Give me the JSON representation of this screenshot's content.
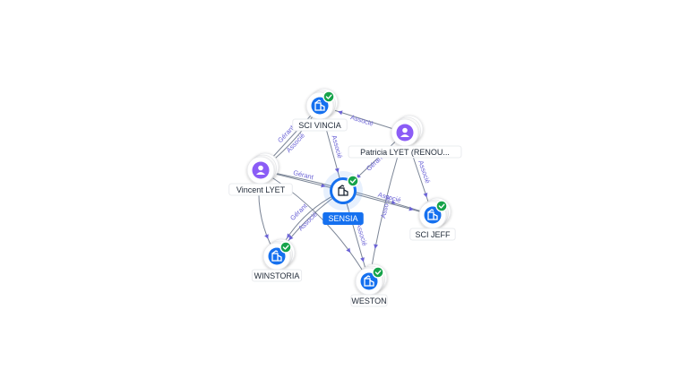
{
  "graph": {
    "nodes": [
      {
        "id": "sci_vincia",
        "label": "SCI VINCIA",
        "type": "company",
        "verified": true
      },
      {
        "id": "patricia",
        "label": "Patricia LYET (RENOU...",
        "type": "person",
        "verified": false
      },
      {
        "id": "vincent",
        "label": "Vincent LYET",
        "type": "person",
        "verified": false
      },
      {
        "id": "sensia",
        "label": "SENSIA",
        "type": "company",
        "verified": true,
        "selected": true
      },
      {
        "id": "sci_jeff",
        "label": "SCI JEFF",
        "type": "company",
        "verified": true
      },
      {
        "id": "winstoria",
        "label": "WINSTORIA",
        "type": "company",
        "verified": true
      },
      {
        "id": "weston",
        "label": "WESTON",
        "type": "company",
        "verified": true
      }
    ],
    "edges": [
      {
        "from": "patricia",
        "to": "sci_vincia",
        "label": "Associé"
      },
      {
        "from": "vincent",
        "to": "sci_vincia",
        "label": "Gérant"
      },
      {
        "from": "vincent",
        "to": "sci_vincia",
        "label": "Associé"
      },
      {
        "from": "sci_vincia",
        "to": "sensia",
        "label": "Associé"
      },
      {
        "from": "vincent",
        "to": "sensia",
        "label": "Gérant"
      },
      {
        "from": "vincent",
        "to": "sci_jeff",
        "label": ""
      },
      {
        "from": "vincent",
        "to": "winstoria",
        "label": ""
      },
      {
        "from": "vincent",
        "to": "weston",
        "label": ""
      },
      {
        "from": "patricia",
        "to": "sensia",
        "label": "Gérant"
      },
      {
        "from": "patricia",
        "to": "sci_jeff",
        "label": "Associé"
      },
      {
        "from": "patricia",
        "to": "weston",
        "label": "Associé"
      },
      {
        "from": "sensia",
        "to": "sci_jeff",
        "label": "Associé"
      },
      {
        "from": "sensia",
        "to": "winstoria",
        "label": "Associé"
      },
      {
        "from": "sensia",
        "to": "winstoria",
        "label": "Gérant"
      },
      {
        "from": "sensia",
        "to": "weston",
        "label": "Associé"
      }
    ]
  },
  "colors": {
    "company": "#1570ef",
    "person": "#8b5cf6",
    "verified": "#16a34a",
    "edge": "#7b8596",
    "edge_label": "#6b63d6"
  },
  "icons": {
    "company": "building-icon",
    "person": "user-icon",
    "verified": "check-badge-icon"
  }
}
